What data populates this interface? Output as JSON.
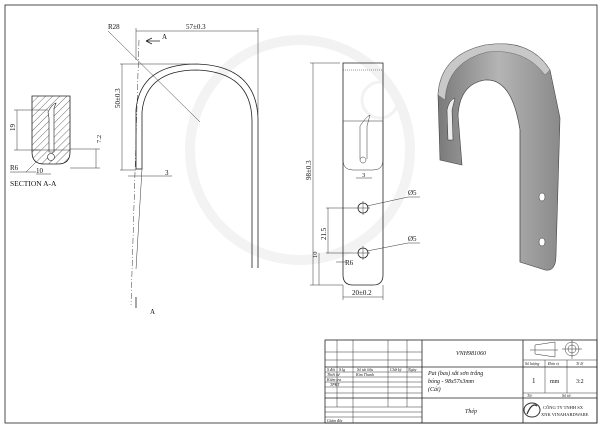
{
  "section_view": {
    "title": "SECTION A-A",
    "dims": {
      "height": "19",
      "offset": "7.2",
      "radius": "R6",
      "width": "10"
    }
  },
  "side_view": {
    "radius": "R28",
    "width": "57±0.3",
    "height": "50±0.3",
    "thickness": "3",
    "section_mark_top": "A",
    "section_mark_bottom": "A"
  },
  "front_view": {
    "length": "98±0.3",
    "hole1": "Ø5",
    "hole2": "Ø5",
    "hole_spacing": "21.5",
    "edge_offset": "10",
    "corner_radius": "R6",
    "width": "20±0.2",
    "slot_width": "3"
  },
  "title_block": {
    "drawing_number": "VNH981060",
    "part_name_line1": "Pat (bas) sắt sơn trắng",
    "part_name_line2": "bóng  - 98x57x3mm",
    "part_name_line3": "(Cái)",
    "material": "Thép",
    "headers": [
      "S.đổi",
      "S.lg",
      "Số tài liệu",
      "Chữ ký",
      "Ngày"
    ],
    "roles": [
      "Thiết kế",
      "Kiểm tra",
      "TPKT",
      "Giám đốc"
    ],
    "designer": "Kim Thanh",
    "quantity_label": "Số lượng",
    "unit_label": "Đơn vị",
    "scale_label": "Tỉ lệ",
    "quantity": "1",
    "unit": "mm",
    "scale": "3:2",
    "sheet_label": "Tờ:",
    "sheets_label": "Số tờ:",
    "company_line1": "CÔNG TY TNHH SX",
    "company_line2": "XNK VINAHARDWARE"
  },
  "colors": {
    "line": "#222222",
    "part_fill": "#9a9a9a",
    "part_dark": "#6e6e6e"
  }
}
